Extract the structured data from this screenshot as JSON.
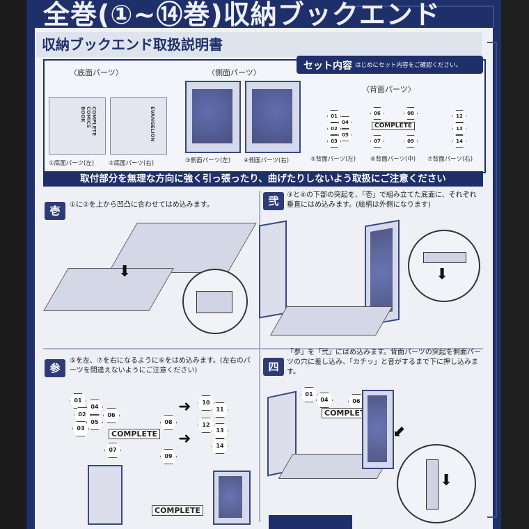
{
  "header": {
    "top_title": "全巻(①~⑭巻)収納ブックエンド",
    "manual_title": "収納ブックエンド取扱説明書"
  },
  "set": {
    "title": "セット内容",
    "note": "はじめにセット内容をご確認ください。",
    "groups": {
      "bottom": "〈底面パーツ〉",
      "side": "〈側面パーツ〉",
      "back": "〈背面パーツ〉"
    },
    "captions": {
      "c1": "①底面パーツ(左)",
      "c2": "②底面パーツ(右)",
      "c3": "③側面パーツ(左)",
      "c4": "④側面パーツ(右)",
      "c5": "⑤背面パーツ(左)",
      "c6": "⑥背面パーツ(中)",
      "c7": "⑦背面パーツ(右)"
    }
  },
  "warning": "取付部分を無理な方向に強く引っ張ったり、曲げたりしないよう取扱にご注意ください",
  "steps": [
    {
      "badge": "壱",
      "text": "①に②を上から凹凸に合わせてはめ込みます。"
    },
    {
      "badge": "弐",
      "text": "③と④の下部の突起を、「壱」で組み立てた底面に、それぞれ垂直にはめ込みます。(絵柄は外側になります)"
    },
    {
      "badge": "参",
      "text": "⑤を左、⑦を右になるように⑥をはめ込みます。(左右のパーツを間違えないようにご注意ください)"
    },
    {
      "badge": "四",
      "text": "「参」を「弐」にはめ込みます。背面パーツの突起を側面パーツの穴に差し込み、「カチッ」と音がするまで下に押し込みます。"
    }
  ],
  "hex_labels": {
    "left": [
      "01",
      "02",
      "03",
      "04",
      "05"
    ],
    "middle": [
      "06",
      "07",
      "08",
      "09"
    ],
    "right": [
      "12",
      "13",
      "14"
    ],
    "big_left": [
      "01",
      "02",
      "03",
      "04",
      "05",
      "06",
      "07",
      "08",
      "09"
    ],
    "big_right": [
      "10",
      "11",
      "12",
      "13",
      "14"
    ]
  },
  "complete_label": "COMPLETE",
  "part_print": [
    "COMPLETE",
    "COMICS BOOK",
    "EVANGELION"
  ],
  "colors": {
    "navy": "#1f2f6a",
    "sheet": "#eef0f6"
  }
}
